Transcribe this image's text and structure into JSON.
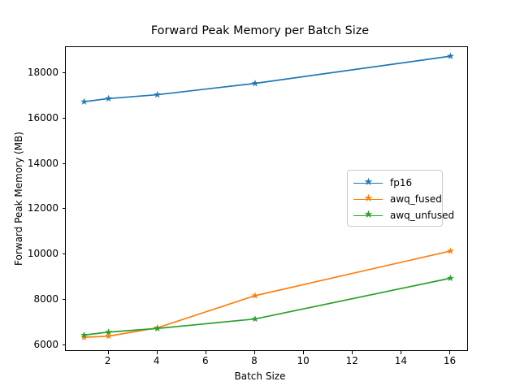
{
  "chart_data": {
    "type": "line",
    "title": "Forward Peak Memory per Batch Size",
    "xlabel": "Batch Size",
    "ylabel": "Forward Peak Memory (MB)",
    "x": [
      1,
      2,
      4,
      8,
      16
    ],
    "xlim": [
      0.25,
      16.75
    ],
    "ylim": [
      5700,
      19150
    ],
    "xticks": [
      2,
      4,
      6,
      8,
      10,
      12,
      14,
      16
    ],
    "xticklabels": [
      "2",
      "4",
      "6",
      "8",
      "10",
      "12",
      "14",
      "16"
    ],
    "yticks": [
      6000,
      8000,
      10000,
      12000,
      14000,
      16000,
      18000
    ],
    "yticklabels": [
      "6000",
      "8000",
      "10000",
      "12000",
      "14000",
      "16000",
      "18000"
    ],
    "grid": false,
    "legend_position": "center right",
    "marker": "star",
    "series": [
      {
        "name": "fp16",
        "color": "#1f77b4",
        "values": [
          16740,
          16880,
          17050,
          17550,
          18750
        ]
      },
      {
        "name": "awq_fused",
        "color": "#ff7f0e",
        "values": [
          6340,
          6390,
          6760,
          8180,
          10150
        ]
      },
      {
        "name": "awq_unfused",
        "color": "#2ca02c",
        "values": [
          6440,
          6570,
          6730,
          7150,
          8950
        ]
      }
    ]
  }
}
